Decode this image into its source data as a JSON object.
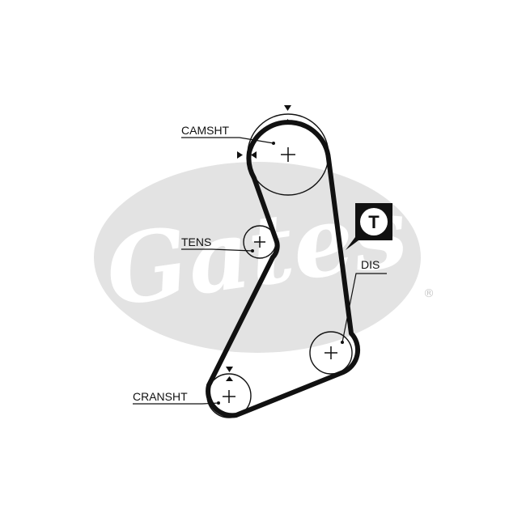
{
  "watermark": {
    "brand": "Gates",
    "registered_mark": "®",
    "color": "#e3e3e3"
  },
  "labels": {
    "camshaft": "CAMSHT",
    "tensioner": "TENS",
    "distributor": "DIS",
    "crankshaft": "CRANSHT"
  },
  "tensioner_badge": {
    "letter": "T",
    "box_color": "#111111"
  },
  "belt": {
    "color": "#111111"
  },
  "timing_marks": {
    "icon": "triangle-marker-icon"
  },
  "pulley_center_icon": "plus-icon"
}
